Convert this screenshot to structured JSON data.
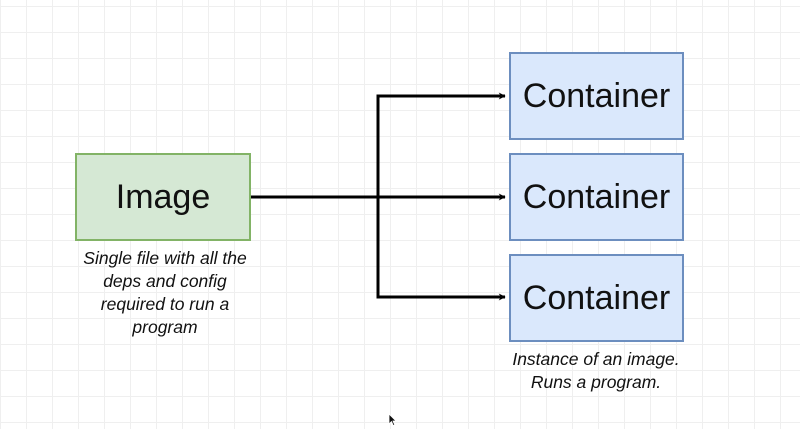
{
  "diagram": {
    "image_node": {
      "label": "Image",
      "fill": "#d5e8d4",
      "stroke": "#82b366"
    },
    "image_caption": {
      "lines": [
        "Single file with all the",
        "deps and config",
        "required to run a",
        "program"
      ]
    },
    "container_nodes": [
      {
        "label": "Container"
      },
      {
        "label": "Container"
      },
      {
        "label": "Container"
      }
    ],
    "container_style": {
      "fill": "#dae8fc",
      "stroke": "#6c8ebf"
    },
    "container_caption": {
      "lines": [
        "Instance of an image.",
        "Runs a program."
      ]
    },
    "connector_color": "#000000",
    "edges": [
      {
        "from": "Image",
        "to": "Container 1"
      },
      {
        "from": "Image",
        "to": "Container 2"
      },
      {
        "from": "Image",
        "to": "Container 3"
      }
    ]
  },
  "cursor_icon": "mouse-pointer-icon"
}
